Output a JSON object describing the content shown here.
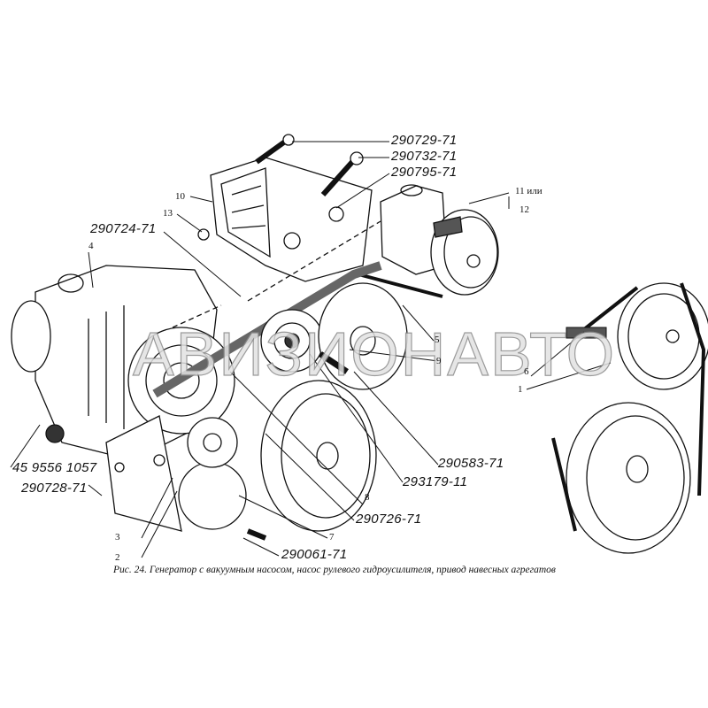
{
  "figure": {
    "caption": "Рис. 24. Генератор с вакуумным насосом, насос рулевого гидроусилителя, привод навесных агрегатов",
    "watermark": "АВИЗИОНАВТО"
  },
  "part_labels": {
    "p290729": "290729-71",
    "p290732": "290732-71",
    "p290795": "290795-71",
    "p290724": "290724-71",
    "p459556": "45 9556 1057",
    "p290728": "290728-71",
    "p290583": "290583-71",
    "p293179": "293179-11",
    "p290726": "290726-71",
    "p290061": "290061-71"
  },
  "callouts": {
    "n1": "1",
    "n2": "2",
    "n3": "3",
    "n4": "4",
    "n5": "5",
    "n6": "6",
    "n7": "7",
    "n8": "8",
    "n9": "9",
    "n10": "10",
    "n11": "11 или",
    "n12": "12",
    "n13": "13"
  }
}
